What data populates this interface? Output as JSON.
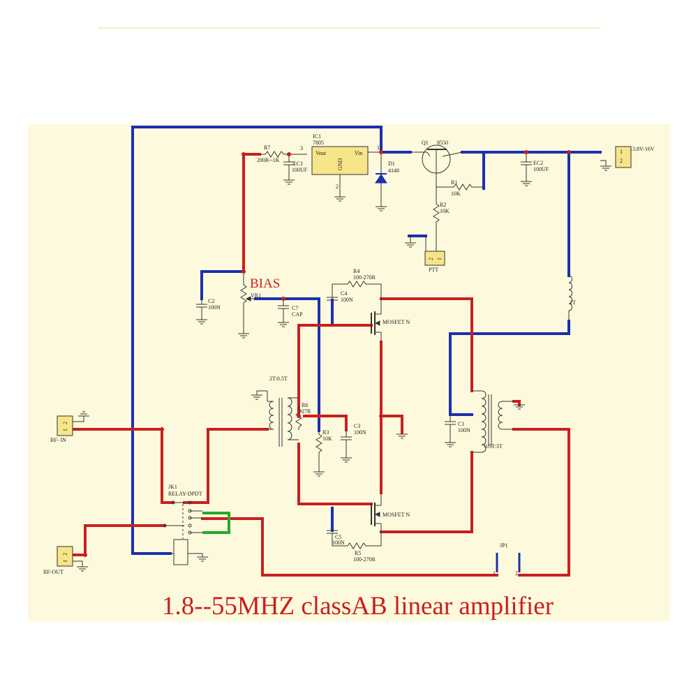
{
  "title": "1.8--55MHZ classAB  linear amplifier",
  "colors": {
    "panel": "#fdf9dc",
    "blue_wire": "#1b2fb0",
    "red_wire": "#c8201f",
    "green_wire": "#27a829",
    "component": "#333333",
    "part_fill": "#f7e58a",
    "title_red": "#c8201f"
  },
  "labels": {
    "power_in": "13.8V-16V",
    "conn_pin1": "1",
    "conn_pin2": "2",
    "ic1_ref": "IC1",
    "ic1_val": "7805",
    "ic1_vout": "Vout",
    "ic1_vin": "Vin",
    "ic1_gnd": "GND",
    "ic1_pin1": "1",
    "ic1_pin2": "2",
    "ic1_pin3": "3",
    "r7_ref": "R7",
    "r7_val": "200R--1K",
    "ec1_ref": "EC1",
    "ec1_val": "100UF",
    "d1_ref": "D1",
    "d1_val": "4148",
    "q1_ref": "Q1",
    "q1_val": "8550",
    "ec2_ref": "EC2",
    "ec2_val": "100UF",
    "r1_ref": "R1",
    "r1_val": "10K",
    "r2_ref": "R2",
    "r2_val": "10K",
    "ptt": "PTT",
    "bias": "BIAS",
    "vr1": "VR1",
    "c2_ref": "C2",
    "c2_val": "100N",
    "c7_ref": "C7",
    "c7_val": "CAP",
    "r4_ref": "R4",
    "r4_val": "100-270R",
    "c4_ref": "C4",
    "c4_val": "100N",
    "mosfet_top": "MOSFET N",
    "mosfet_bot": "MOSFET N",
    "l1t": "1T",
    "t_in": "2T:0.5T",
    "r6_ref": "R6",
    "r6_val": "27R",
    "r3_ref": "R3",
    "r3_val": "10K",
    "c3_ref": "C3",
    "c3_val": "100N",
    "c1_ref": "C1",
    "c1_val": "100N",
    "t_out": "0.5T:3T",
    "rf_in": "RF- IN",
    "rf_out": "RF-OUT",
    "jk1_ref": "JK1",
    "jk1_val": "RELAY-DPDT",
    "c5_ref": "C5",
    "c5_val": "100N",
    "r5_ref": "R5",
    "r5_val": "100-270R",
    "jp1": "JP1",
    "jp1_pin1": "1",
    "jp1_pin2": "2"
  }
}
